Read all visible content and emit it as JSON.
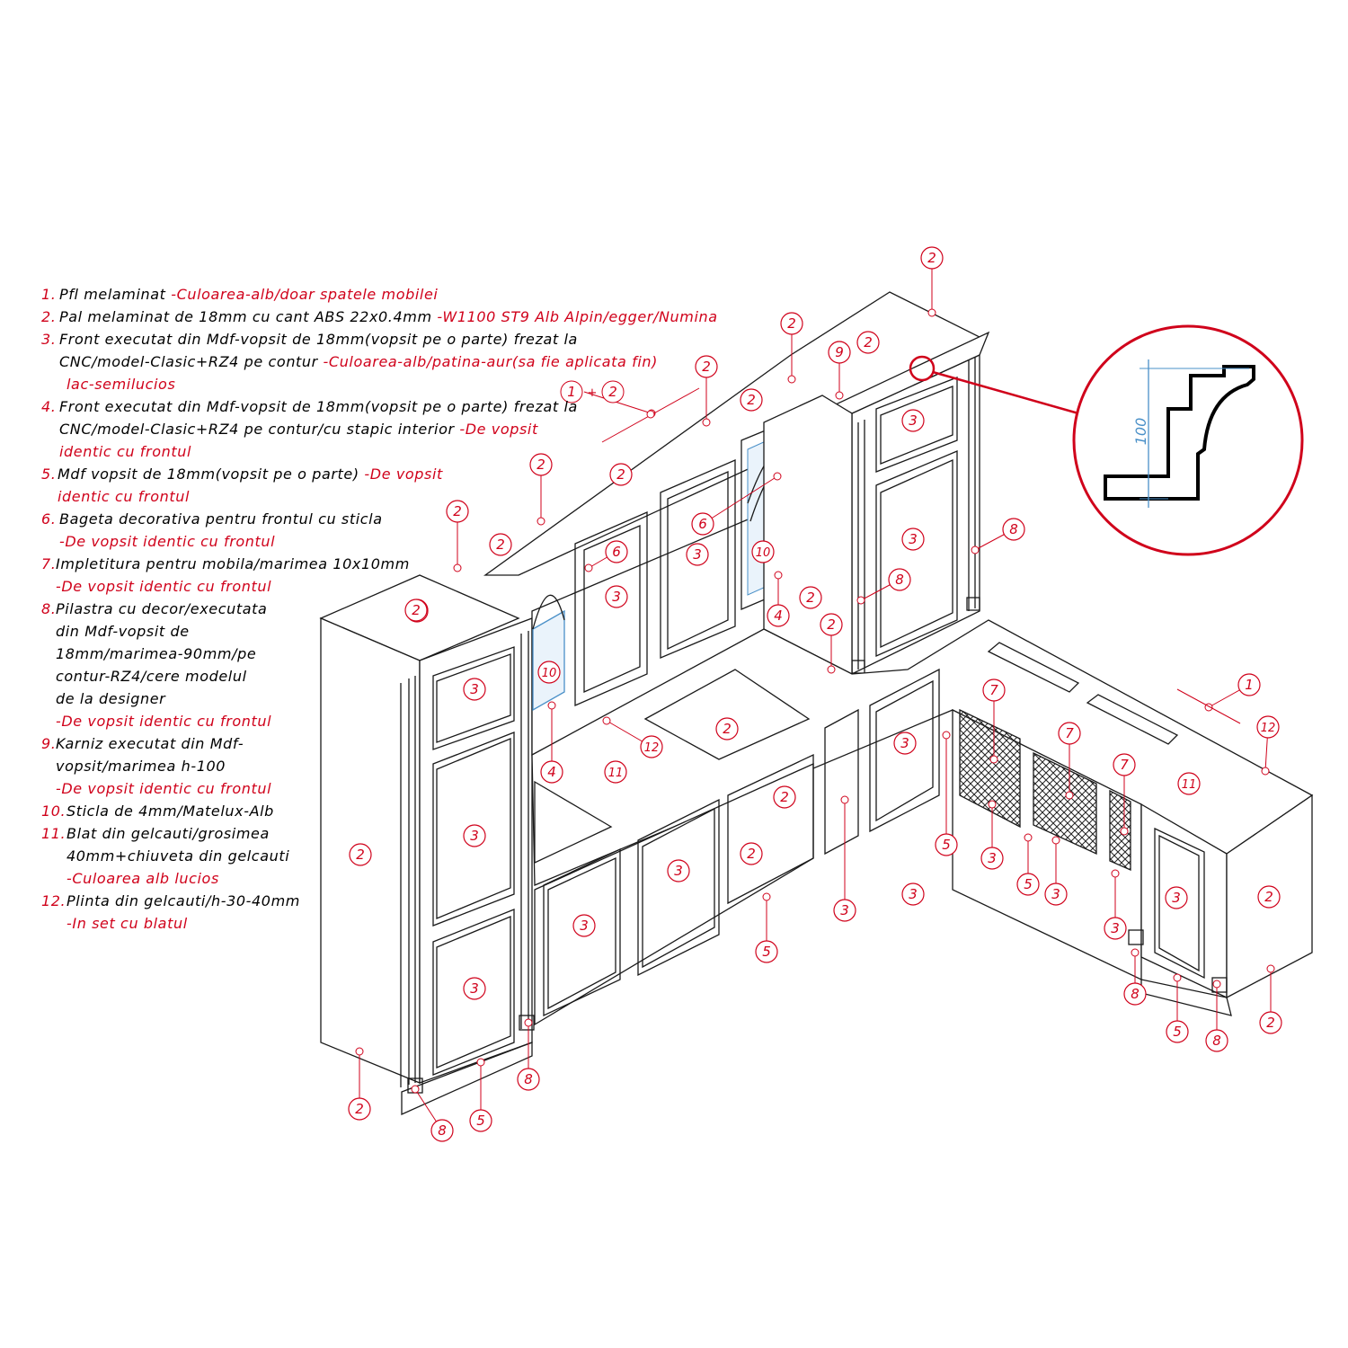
{
  "legend": [
    {
      "num": "1.",
      "lines": [
        {
          "t": "Pfl melaminat",
          "r": "-Culoarea-alb/doar spatele mobilei"
        }
      ]
    },
    {
      "num": "2.",
      "lines": [
        {
          "t": "Pal melaminat de 18mm cu cant ABS 22x0.4mm",
          "r": "-W1100 ST9 Alb Alpin/egger/Numina"
        }
      ]
    },
    {
      "num": "3.",
      "lines": [
        {
          "t": "Front executat din Mdf-vopsit de 18mm(vopsit pe o parte) frezat la",
          "r": ""
        },
        {
          "t": "CNC/model-Clasic+RZ4 pe contur",
          "r": "-Culoarea-alb/patina-aur(sa fie aplicata fin)"
        },
        {
          "t": "",
          "r": "lac-semilucios"
        }
      ]
    },
    {
      "num": "4.",
      "lines": [
        {
          "t": "Front executat din Mdf-vopsit de 18mm(vopsit pe o parte) frezat la",
          "r": ""
        },
        {
          "t": "CNC/model-Clasic+RZ4 pe contur/cu stapic interior",
          "r": "-De vopsit"
        },
        {
          "t": "",
          "r": "identic cu frontul"
        }
      ]
    },
    {
      "num": "5.",
      "lines": [
        {
          "t": "Mdf vopsit de 18mm(vopsit pe o parte)",
          "r": "-De vopsit"
        },
        {
          "t": "",
          "r": "identic cu frontul"
        }
      ]
    },
    {
      "num": "6.",
      "lines": [
        {
          "t": "Bageta decorativa pentru frontul cu sticla",
          "r": ""
        },
        {
          "t": "",
          "r": "-De vopsit identic cu frontul"
        }
      ]
    },
    {
      "num": "7.",
      "lines": [
        {
          "t": "Impletitura pentru mobila/marimea 10x10mm",
          "r": ""
        },
        {
          "t": "",
          "r": "-De vopsit identic cu frontul"
        }
      ]
    },
    {
      "num": "8.",
      "lines": [
        {
          "t": "Pilastra cu decor/executata",
          "r": ""
        },
        {
          "t": "din Mdf-vopsit de",
          "r": ""
        },
        {
          "t": "18mm/marimea-90mm/pe",
          "r": ""
        },
        {
          "t": "contur-RZ4/cere modelul",
          "r": ""
        },
        {
          "t": "de la designer",
          "r": ""
        },
        {
          "t": "",
          "r": "-De vopsit identic cu frontul"
        }
      ]
    },
    {
      "num": "9.",
      "lines": [
        {
          "t": "Karniz executat din Mdf-",
          "r": ""
        },
        {
          "t": "vopsit/marimea h-100",
          "r": ""
        },
        {
          "t": "",
          "r": "-De vopsit identic cu frontul"
        }
      ]
    },
    {
      "num": "10.",
      "lines": [
        {
          "t": "Sticla de 4mm/Matelux-Alb",
          "r": ""
        }
      ]
    },
    {
      "num": "11.",
      "lines": [
        {
          "t": "Blat din gelcauti/grosimea",
          "r": ""
        },
        {
          "t": "40mm+chiuveta din gelcauti",
          "r": ""
        },
        {
          "t": "",
          "r": "-Culoarea alb lucios"
        }
      ]
    },
    {
      "num": "12.",
      "lines": [
        {
          "t": "Plinta din gelcauti/h-30-40mm",
          "r": ""
        },
        {
          "t": "",
          "r": "-In set cu blatul"
        }
      ]
    }
  ],
  "detail": {
    "dimension": "100"
  },
  "callout_labels": [
    "1",
    "2",
    "3",
    "4",
    "5",
    "6",
    "7",
    "8",
    "9",
    "10",
    "11",
    "12",
    "1 + 2"
  ],
  "colors": {
    "accent": "#d0021b",
    "line": "#1a1a1a",
    "glass": "#4a90c8"
  }
}
